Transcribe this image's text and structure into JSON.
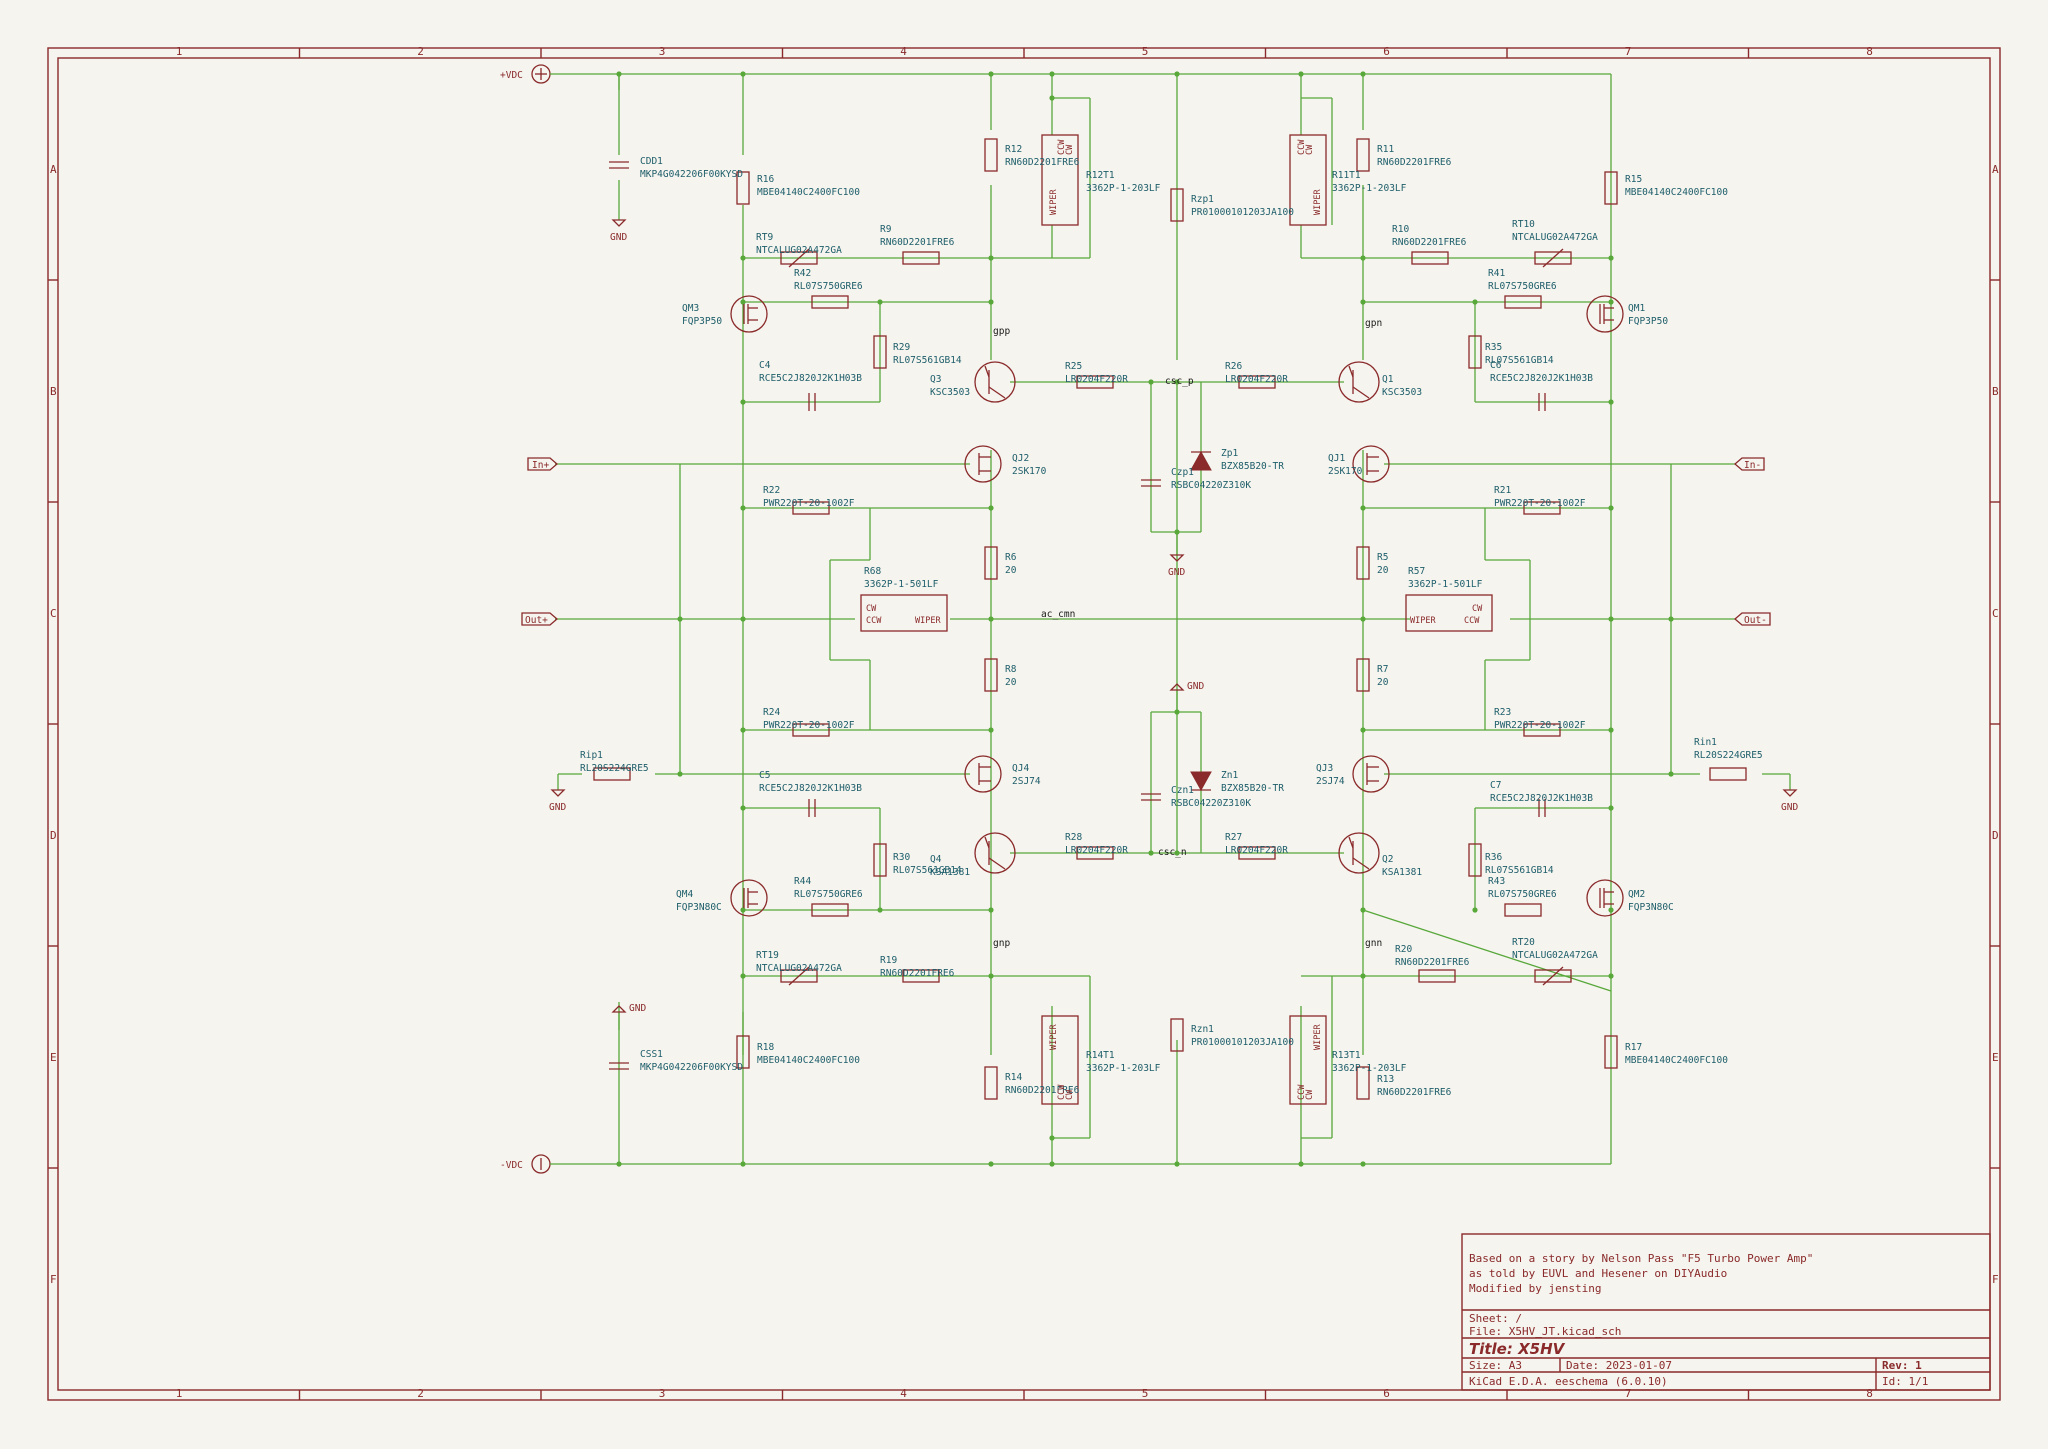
{
  "title_block": {
    "notes": [
      "Based on a story by Nelson Pass \"F5 Turbo Power Amp\"",
      "as told by EUVL and Hesener on DIYAudio",
      "Modified by jensting"
    ],
    "sheet": "Sheet: /",
    "file": "File: X5HV_JT.kicad_sch",
    "title": "Title: X5HV",
    "size": "Size: A3",
    "date": "Date: 2023-01-07",
    "rev": "Rev: 1",
    "tool": "KiCad E.D.A.  eeschema (6.0.10)",
    "id": "Id: 1/1"
  },
  "grid": {
    "cols": [
      "1",
      "2",
      "3",
      "4",
      "5",
      "6",
      "7",
      "8"
    ],
    "rows": [
      "A",
      "B",
      "C",
      "D",
      "E",
      "F"
    ]
  },
  "power": {
    "vplus": "+VDC",
    "vminus": "-VDC",
    "gnd": "GND"
  },
  "ports": {
    "in_plus": "In+",
    "in_minus": "In-",
    "out_plus": "Out+",
    "out_minus": "Out-"
  },
  "nets": {
    "gpp": "gpp",
    "gpn": "gpn",
    "gnp": "gnp",
    "gnn": "gnn",
    "csc_p": "csc_p",
    "csc_n": "csc_n",
    "ac_cmn": "ac_cmn"
  },
  "components": [
    {
      "key": "cdd1",
      "ref": "CDD1",
      "val": "MKP4G042206F00KYSD"
    },
    {
      "key": "css1",
      "ref": "CSS1",
      "val": "MKP4G042206F00KYSD"
    },
    {
      "key": "r16",
      "ref": "R16",
      "val": "MBE04140C2400FC100"
    },
    {
      "key": "r15",
      "ref": "R15",
      "val": "MBE04140C2400FC100"
    },
    {
      "key": "r18",
      "ref": "R18",
      "val": "MBE04140C2400FC100"
    },
    {
      "key": "r17",
      "ref": "R17",
      "val": "MBE04140C2400FC100"
    },
    {
      "key": "r12",
      "ref": "R12",
      "val": "RN60D2201FRE6"
    },
    {
      "key": "r11",
      "ref": "R11",
      "val": "RN60D2201FRE6"
    },
    {
      "key": "r14",
      "ref": "R14",
      "val": "RN60D2201FRE6"
    },
    {
      "key": "r13",
      "ref": "R13",
      "val": "RN60D2201FRE6"
    },
    {
      "key": "r12t1",
      "ref": "R12T1",
      "val": "3362P-1-203LF"
    },
    {
      "key": "r11t1",
      "ref": "R11T1",
      "val": "3362P-1-203LF"
    },
    {
      "key": "r14t1",
      "ref": "R14T1",
      "val": "3362P-1-203LF"
    },
    {
      "key": "r13t1",
      "ref": "R13T1",
      "val": "3362P-1-203LF"
    },
    {
      "key": "rzp1",
      "ref": "Rzp1",
      "val": "PR01000101203JA100"
    },
    {
      "key": "rzn1",
      "ref": "Rzn1",
      "val": "PR01000101203JA100"
    },
    {
      "key": "rt9",
      "ref": "RT9",
      "val": "NTCALUG02A472GA"
    },
    {
      "key": "rt10",
      "ref": "RT10",
      "val": "NTCALUG02A472GA"
    },
    {
      "key": "rt19",
      "ref": "RT19",
      "val": "NTCALUG02A472GA"
    },
    {
      "key": "rt20",
      "ref": "RT20",
      "val": "NTCALUG02A472GA"
    },
    {
      "key": "r9",
      "ref": "R9",
      "val": "RN60D2201FRE6"
    },
    {
      "key": "r10",
      "ref": "R10",
      "val": "RN60D2201FRE6"
    },
    {
      "key": "r19",
      "ref": "R19",
      "val": "RN60D2201FRE6"
    },
    {
      "key": "r20",
      "ref": "R20",
      "val": "RN60D2201FRE6"
    },
    {
      "key": "r42",
      "ref": "R42",
      "val": "RL07S750GRE6"
    },
    {
      "key": "r41",
      "ref": "R41",
      "val": "RL07S750GRE6"
    },
    {
      "key": "r44",
      "ref": "R44",
      "val": "RL07S750GRE6"
    },
    {
      "key": "r43",
      "ref": "R43",
      "val": "RL07S750GRE6"
    },
    {
      "key": "qm3",
      "ref": "QM3",
      "val": "FQP3P50"
    },
    {
      "key": "qm1",
      "ref": "QM1",
      "val": "FQP3P50"
    },
    {
      "key": "qm4",
      "ref": "QM4",
      "val": "FQP3N80C"
    },
    {
      "key": "qm2",
      "ref": "QM2",
      "val": "FQP3N80C"
    },
    {
      "key": "r29",
      "ref": "R29",
      "val": "RL07S561GB14"
    },
    {
      "key": "r35",
      "ref": "R35",
      "val": "RL07S561GB14"
    },
    {
      "key": "r30",
      "ref": "R30",
      "val": "RL07S561GB14"
    },
    {
      "key": "r36",
      "ref": "R36",
      "val": "RL07S561GB14"
    },
    {
      "key": "c4",
      "ref": "C4",
      "val": "RCE5C2J820J2K1H03B"
    },
    {
      "key": "c6",
      "ref": "C6",
      "val": "RCE5C2J820J2K1H03B"
    },
    {
      "key": "c5",
      "ref": "C5",
      "val": "RCE5C2J820J2K1H03B"
    },
    {
      "key": "c7",
      "ref": "C7",
      "val": "RCE5C2J820J2K1H03B"
    },
    {
      "key": "q3",
      "ref": "Q3",
      "val": "KSC3503"
    },
    {
      "key": "q1",
      "ref": "Q1",
      "val": "KSC3503"
    },
    {
      "key": "q4",
      "ref": "Q4",
      "val": "KSA1381"
    },
    {
      "key": "q2",
      "ref": "Q2",
      "val": "KSA1381"
    },
    {
      "key": "r25",
      "ref": "R25",
      "val": "LR0204F220R"
    },
    {
      "key": "r26",
      "ref": "R26",
      "val": "LR0204F220R"
    },
    {
      "key": "r28",
      "ref": "R28",
      "val": "LR0204F220R"
    },
    {
      "key": "r27",
      "ref": "R27",
      "val": "LR0204F220R"
    },
    {
      "key": "zp1",
      "ref": "Zp1",
      "val": "BZX85B20-TR"
    },
    {
      "key": "zn1",
      "ref": "Zn1",
      "val": "BZX85B20-TR"
    },
    {
      "key": "czp1",
      "ref": "Czp1",
      "val": "RSBC04220Z310K"
    },
    {
      "key": "czn1",
      "ref": "Czn1",
      "val": "RSBC04220Z310K"
    },
    {
      "key": "qj2",
      "ref": "QJ2",
      "val": "2SK170"
    },
    {
      "key": "qj1",
      "ref": "QJ1",
      "val": "2SK170"
    },
    {
      "key": "qj4",
      "ref": "QJ4",
      "val": "2SJ74"
    },
    {
      "key": "qj3",
      "ref": "QJ3",
      "val": "2SJ74"
    },
    {
      "key": "r22",
      "ref": "R22",
      "val": "PWR220T-20-1002F"
    },
    {
      "key": "r21",
      "ref": "R21",
      "val": "PWR220T-20-1002F"
    },
    {
      "key": "r24",
      "ref": "R24",
      "val": "PWR220T-20-1002F"
    },
    {
      "key": "r23",
      "ref": "R23",
      "val": "PWR220T-20-1002F"
    },
    {
      "key": "r6",
      "ref": "R6",
      "val": "20"
    },
    {
      "key": "r5",
      "ref": "R5",
      "val": "20"
    },
    {
      "key": "r8",
      "ref": "R8",
      "val": "20"
    },
    {
      "key": "r7",
      "ref": "R7",
      "val": "20"
    },
    {
      "key": "r68",
      "ref": "R68",
      "val": "3362P-1-501LF"
    },
    {
      "key": "r57",
      "ref": "R57",
      "val": "3362P-1-501LF"
    },
    {
      "key": "rip1",
      "ref": "Rip1",
      "val": "RL20S224GRE5"
    },
    {
      "key": "rin1",
      "ref": "Rin1",
      "val": "RL20S224GRE5"
    }
  ],
  "pot_pins": {
    "cw": "CW",
    "ccw": "CCW",
    "wiper": "WIPER"
  }
}
